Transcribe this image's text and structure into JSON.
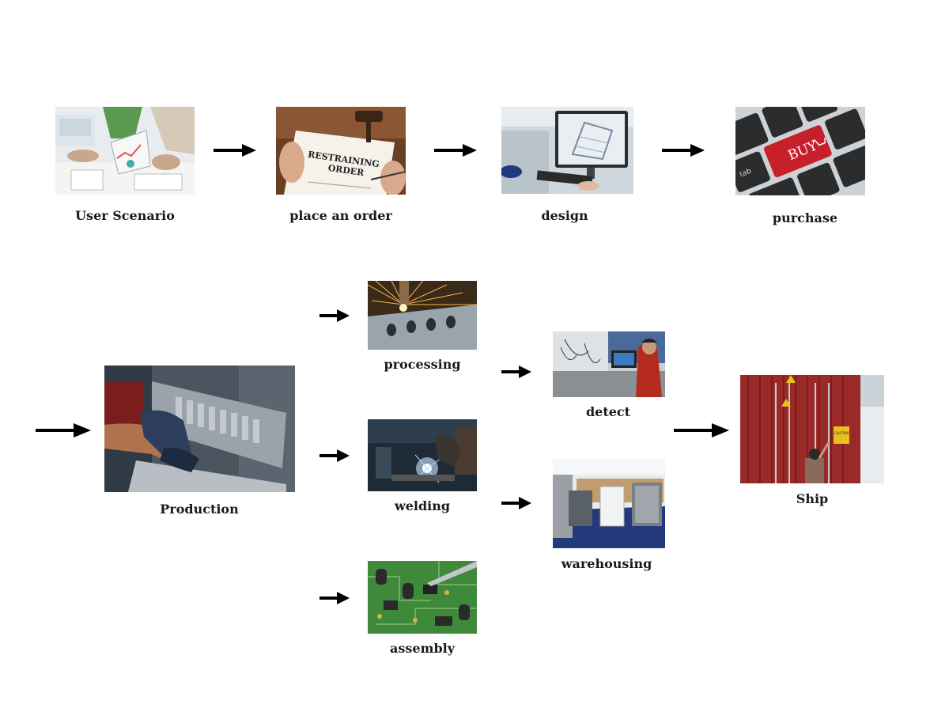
{
  "steps": {
    "user_scenario": "User Scenario",
    "place_order": "place an order",
    "design": "design",
    "purchase": "purchase",
    "production": "Production",
    "processing": "processing",
    "welding": "welding",
    "assembly": "assembly",
    "detect": "detect",
    "warehousing": "warehousing",
    "ship": "Ship"
  },
  "photo_text": {
    "order_doc_line1": "RESTRAINING",
    "order_doc_line2": "ORDER",
    "buy_key": "BUY",
    "tab_key": "tab",
    "caution": "CAUTION"
  },
  "colors": {
    "arrow": "#000000",
    "buy_red": "#c8202a",
    "container_red": "#9a2a28"
  }
}
